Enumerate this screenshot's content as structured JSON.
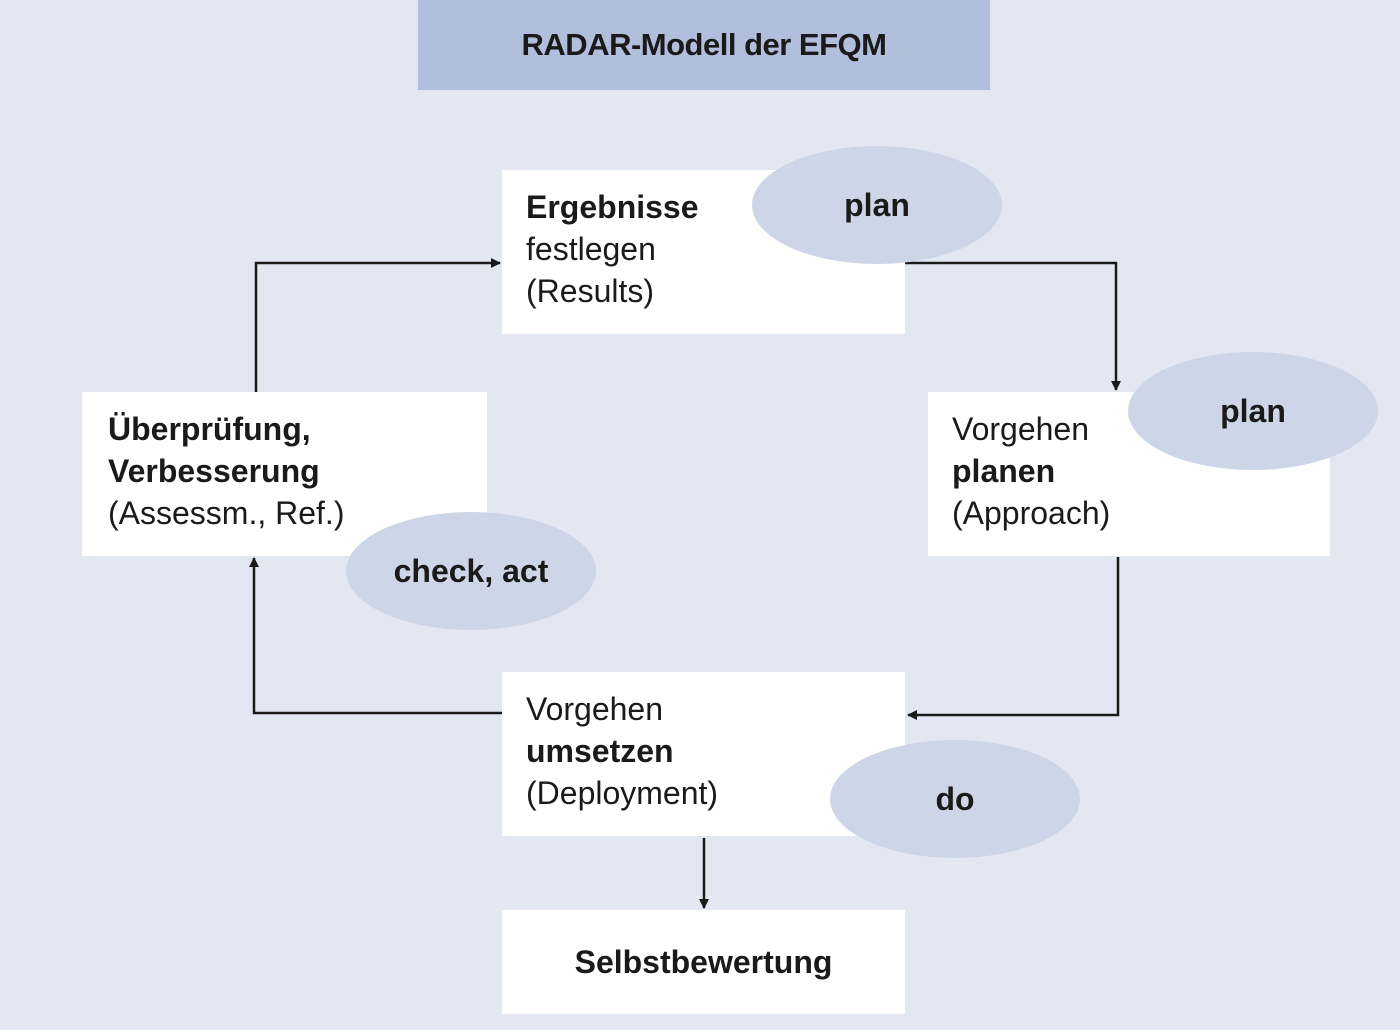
{
  "title": "RADAR-Modell der EFQM",
  "boxes": {
    "results": {
      "line1": "Ergebnisse",
      "line2": "festlegen",
      "line3": "(Results)"
    },
    "approach": {
      "line1": "Vorgehen",
      "line2": "planen",
      "line3": "(Approach)"
    },
    "deployment": {
      "line1": "Vorgehen",
      "line2": "umsetzen",
      "line3": "(Deployment)"
    },
    "assessment": {
      "line1": "Überprüfung,",
      "line2": "Verbesserung",
      "line3": "(Assessm., Ref.)"
    },
    "self_assessment": "Selbstbewertung"
  },
  "phases": {
    "results": "plan",
    "approach": "plan",
    "deployment": "do",
    "assessment": "check, act"
  },
  "colors": {
    "background": "#e3e7f1",
    "title_bar": "#b1bfdc",
    "ellipse": "#cdd6e7",
    "box": "#ffffff",
    "arrow": "#1a1a1a"
  }
}
